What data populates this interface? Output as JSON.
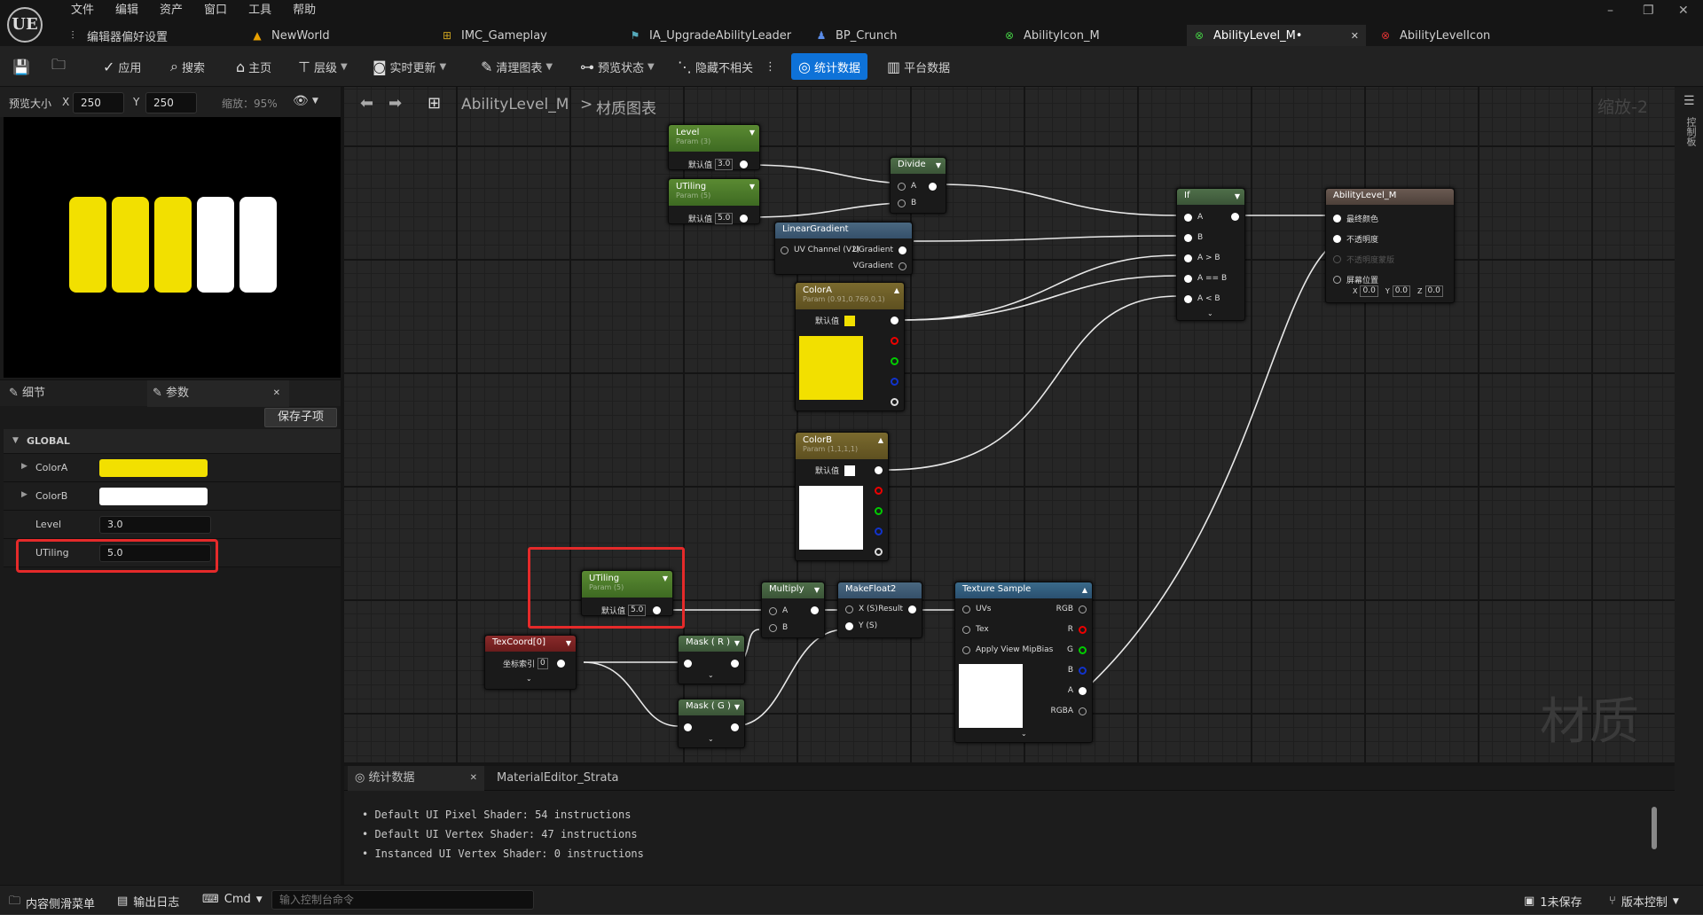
{
  "app": {
    "logo": "UE"
  },
  "menu": [
    "文件",
    "编辑",
    "资产",
    "窗口",
    "工具",
    "帮助"
  ],
  "tabs": [
    {
      "label": "编辑器偏好设置",
      "icon": "sliders-icon"
    },
    {
      "label": "NewWorld",
      "icon": "level-icon"
    },
    {
      "label": "IMC_Gameplay",
      "icon": "input-mapping-icon"
    },
    {
      "label": "IA_UpgradeAbilityLeader",
      "icon": "input-action-icon"
    },
    {
      "label": "BP_Crunch",
      "icon": "blueprint-icon"
    },
    {
      "label": "AbilityIcon_M",
      "icon": "material-icon"
    },
    {
      "label": "AbilityLevel_M•",
      "icon": "material-icon"
    },
    {
      "label": "AbilityLevelIcon",
      "icon": "material-instance-icon"
    }
  ],
  "toolbar": {
    "apply": "应用",
    "search": "搜索",
    "home": "主页",
    "hierarchy": "层级",
    "live_update": "实时更新",
    "clean_graph": "清理图表",
    "preview_state": "预览状态",
    "hide_unrelated": "隐藏不相关",
    "stats": "统计数据",
    "platform_stats": "平台数据"
  },
  "preview": {
    "size_label": "预览大小",
    "x_label": "X",
    "x_value": "250",
    "y_label": "Y",
    "y_value": "250",
    "zoom": "缩放：95%",
    "filled_bars": 3,
    "total_bars": 5,
    "fill_color": "#f2e000",
    "empty_color": "#ffffff"
  },
  "details": {
    "tab_details": "细节",
    "tab_params": "参数",
    "save_child": "保存子项",
    "group": "GLOBAL",
    "params": [
      {
        "name": "ColorA",
        "color": "#f2e000"
      },
      {
        "name": "ColorB",
        "color": "#ffffff"
      },
      {
        "name": "Level",
        "value": "3.0"
      },
      {
        "name": "UTiling",
        "value": "5.0"
      }
    ]
  },
  "graph": {
    "breadcrumb_root": "AbilityLevel_M",
    "breadcrumb_sep": ">",
    "breadcrumb_leaf": "材质图表",
    "zoom": "缩放-2",
    "watermark": "材质",
    "right_panel": "控制板"
  },
  "nodes": {
    "level": {
      "title": "Level",
      "sub": "Param (3)",
      "default_label": "默认值",
      "value": "3.0"
    },
    "utiling1": {
      "title": "UTiling",
      "sub": "Param (5)",
      "default_label": "默认值",
      "value": "5.0"
    },
    "divide": {
      "title": "Divide",
      "a": "A",
      "b": "B"
    },
    "linear": {
      "title": "LinearGradient",
      "in": "UV Channel (V2)",
      "u": "UGradient",
      "v": "VGradient"
    },
    "colora": {
      "title": "ColorA",
      "sub": "Param (0.91,0.769,0,1)",
      "default_label": "默认值"
    },
    "colorb": {
      "title": "ColorB",
      "sub": "Param (1,1,1,1)",
      "default_label": "默认值"
    },
    "if": {
      "title": "If",
      "a": "A",
      "b": "B",
      "agtb": "A > B",
      "aeqb": "A == B",
      "altb": "A < B"
    },
    "result": {
      "title": "AbilityLevel_M",
      "p1": "最终颜色",
      "p2": "不透明度",
      "p3": "不透明度蒙版",
      "p4": "屏幕位置",
      "x": "X",
      "xv": "0.0",
      "y": "Y",
      "yv": "0.0",
      "z": "Z",
      "zv": "0.0"
    },
    "utiling2": {
      "title": "UTiling",
      "sub": "Param (5)",
      "default_label": "默认值",
      "value": "5.0"
    },
    "texcoord": {
      "title": "TexCoord[0]",
      "index_label": "坐标索引",
      "index": "0"
    },
    "maskr": {
      "title": "Mask ( R )"
    },
    "maskg": {
      "title": "Mask ( G )"
    },
    "multiply": {
      "title": "Multiply",
      "a": "A",
      "b": "B"
    },
    "makefloat": {
      "title": "MakeFloat2",
      "x": "X (S)",
      "result": "Result",
      "y": "Y (S)"
    },
    "texsample": {
      "title": "Texture Sample",
      "uvs": "UVs",
      "tex": "Tex",
      "mip": "Apply View MipBias",
      "rgb": "RGB",
      "r": "R",
      "g": "G",
      "b": "B",
      "a": "A",
      "rgba": "RGBA"
    }
  },
  "stats": {
    "tab": "统计数据",
    "tab2": "MaterialEditor_Strata",
    "lines": [
      "• Default UI Pixel Shader: 54 instructions",
      "• Default UI Vertex Shader: 47 instructions",
      "• Instanced UI Vertex Shader: 0 instructions"
    ]
  },
  "status": {
    "content_drawer": "内容侧滑菜单",
    "output_log": "输出日志",
    "cmd": "Cmd",
    "cmd_placeholder": "输入控制台命令",
    "unsaved": "1未保存",
    "source_control": "版本控制"
  }
}
